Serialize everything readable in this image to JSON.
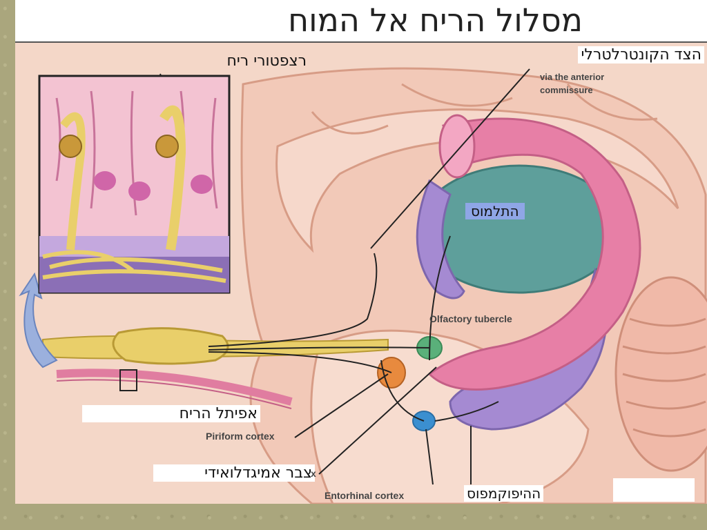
{
  "slide": {
    "title": "מסלול הריח אל המוח"
  },
  "labels": {
    "receptors": "רצפטורי ריח",
    "contralateral": "הצד הקונטרלטרלי",
    "anterior_commissure_en": "via the anterior commissure",
    "thalamus": "התלמוס",
    "olfactory_tubercle_en": "Olfactory tubercle",
    "olfactory_epithelium": "אפיתל הריח",
    "piriform_cortex_en": "Piriform cortex",
    "amygdaloid_complex": "צבר אמיגדלואידי",
    "fragment_en": "x",
    "entorhinal_cortex_en": "Entorhinal cortex",
    "hippocampus": "ההיפוקמפוס"
  },
  "colors": {
    "background_tan": "#aaa67d",
    "tissue_pink": "#f4d7c8",
    "fornix_pink": "#e77fa6",
    "thalamus_teal": "#5e9f9b",
    "hippocampus_purple": "#a58ad2",
    "bulb_yellow": "#e9cf6a",
    "amygdala_orange": "#e88a3e",
    "tubercle_green": "#5ab07a",
    "entorhinal_blue": "#3b8fd0"
  }
}
